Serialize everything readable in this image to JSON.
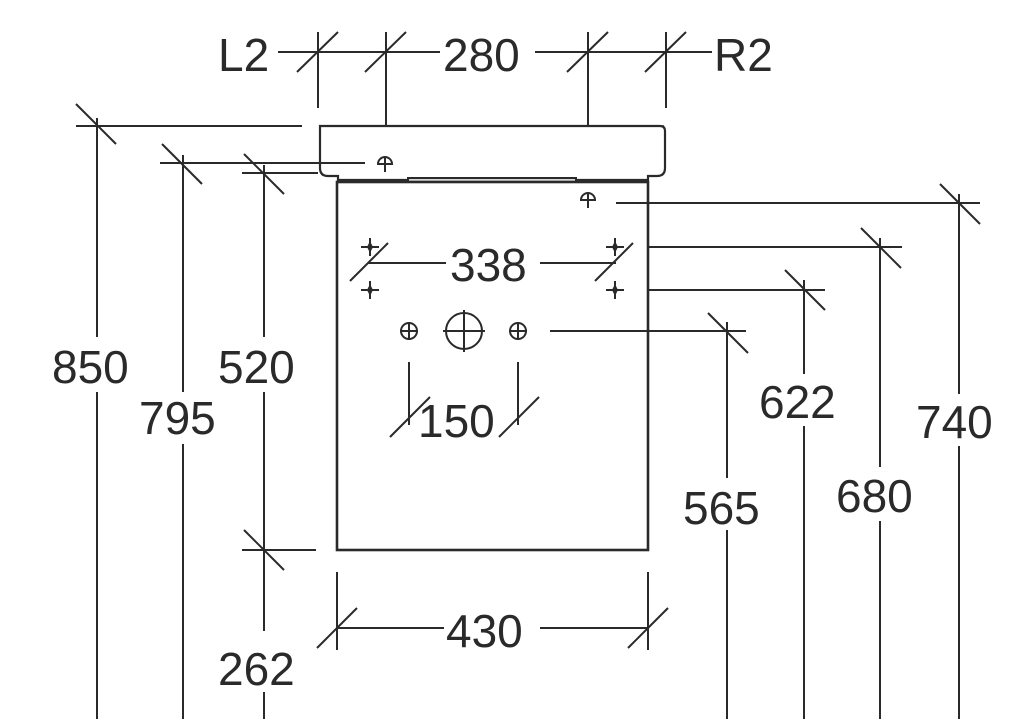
{
  "diagram": {
    "watermark_text": "",
    "labels": {
      "left_offset": "L2",
      "tap_to_overflow": "280",
      "right_offset": "R2",
      "fixing_width": "338",
      "trap_spacing": "150",
      "cabinet_width": "430",
      "overall_height": "850",
      "rim_height": "795",
      "cabinet_height": "520",
      "floor_clearance": "262",
      "waste_height": "565",
      "lower_fixing_height": "622",
      "upper_fixing_height": "680",
      "overflow_height": "740"
    },
    "icons": {
      "fixing_point": "crosshair-cross-icon",
      "waste_outlet": "circle-crosshair-icon",
      "supply_connection": "small-circle-crosshair-icon",
      "tap_hole": "half-circle-marker-icon"
    }
  }
}
